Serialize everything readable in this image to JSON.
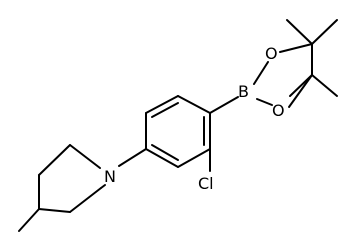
{
  "molecule": {
    "atoms": {
      "nitrogen": "N",
      "chlorine": "Cl",
      "boron": "B",
      "oxygen_top": "O",
      "oxygen_bottom": "O"
    },
    "colors": {
      "bond": "#000000",
      "label": "#000000",
      "background": "#ffffff"
    }
  }
}
